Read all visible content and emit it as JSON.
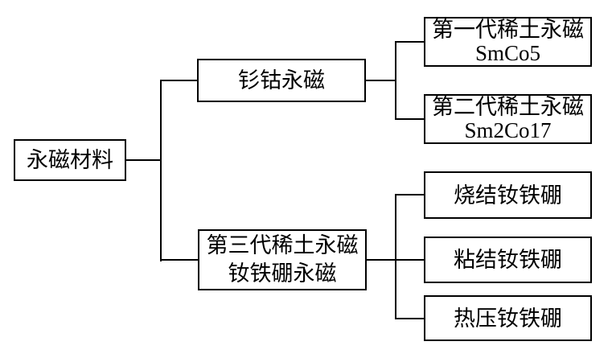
{
  "diagram": {
    "type": "tree-diagram",
    "colors": {
      "background": "#ffffff",
      "line": "#000000",
      "box_border": "#000000",
      "box_fill": "#ffffff",
      "text": "#000000"
    },
    "nodes": {
      "root": {
        "label": "永磁材料"
      },
      "smco": {
        "label": "钐钴永磁"
      },
      "gen1": {
        "line1": "第一代稀土永磁",
        "line2": "SmCo5"
      },
      "gen2": {
        "line1": "第二代稀土永磁",
        "line2": "Sm2Co17"
      },
      "gen3": {
        "line1": "第三代稀土永磁",
        "line2": "钕铁硼永磁"
      },
      "sintered": {
        "label": "烧结钕铁硼"
      },
      "bonded": {
        "label": "粘结钕铁硼"
      },
      "hotpressed": {
        "label": "热压钕铁硼"
      }
    },
    "hierarchy": {
      "永磁材料": {
        "钐钴永磁": [
          "第一代稀土永磁 SmCo5",
          "第二代稀土永磁 Sm2Co17"
        ],
        "第三代稀土永磁 钕铁硼永磁": [
          "烧结钕铁硼",
          "粘结钕铁硼",
          "热压钕铁硼"
        ]
      }
    }
  }
}
